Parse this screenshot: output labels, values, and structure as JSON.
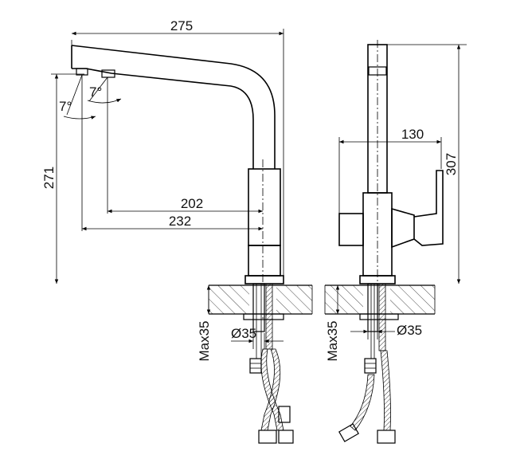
{
  "dimensions": {
    "overall_width": "275",
    "overall_height": "271",
    "spout_reach_inner": "202",
    "spout_reach_outer": "232",
    "angle_left": "7°",
    "angle_right": "7°",
    "side_depth": "130",
    "side_height": "307",
    "max_counter_left": "Max35",
    "hole_diameter_left": "Ø35",
    "max_counter_right": "Max35",
    "hole_diameter_right": "Ø35"
  },
  "colors": {
    "line": "#000000",
    "background": "#ffffff"
  }
}
